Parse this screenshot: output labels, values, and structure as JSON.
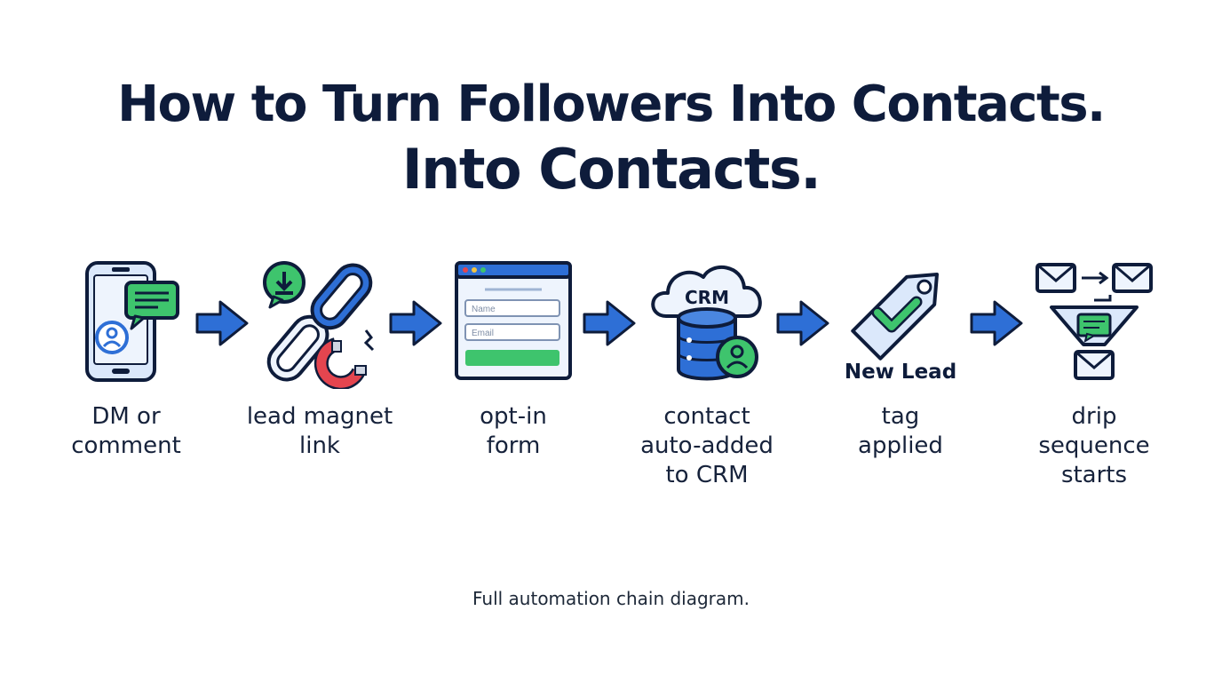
{
  "title": {
    "line1": "How to Turn Followers Into Contacts.",
    "line2": "Into Contacts."
  },
  "steps": [
    {
      "label": "DM or\ncomment",
      "icon": "phone-chat-icon"
    },
    {
      "label": "lead magnet\nlink",
      "icon": "chain-link-magnet-icon"
    },
    {
      "label": "opt-in\nform",
      "icon": "form-window-icon"
    },
    {
      "label": "contact\nauto-added\nto CRM",
      "icon": "crm-database-icon"
    },
    {
      "label": "tag\napplied",
      "icon": "tag-check-icon"
    },
    {
      "label": "drip\nsequence\nstarts",
      "icon": "email-funnel-icon"
    }
  ],
  "form": {
    "name_placeholder": "Name",
    "email_placeholder": "Email"
  },
  "crm_text": "CRM",
  "tag_text": "New Lead",
  "caption": "Full automation chain diagram.",
  "colors": {
    "navy": "#0e1c3b",
    "blue": "#2e6fd6",
    "light_blue": "#dbe8fb",
    "green": "#3ec46d",
    "red": "#e4454f"
  }
}
